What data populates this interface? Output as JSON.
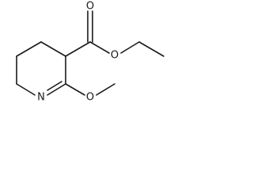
{
  "molecule": {
    "atoms": {
      "oxygen_carbonyl": "O",
      "oxygen_ester": "O",
      "nitrogen_ring": "N",
      "oxygen_methoxy": "O"
    },
    "colors": {
      "bond": "#1a1a1a",
      "background": "#ffffff"
    }
  }
}
